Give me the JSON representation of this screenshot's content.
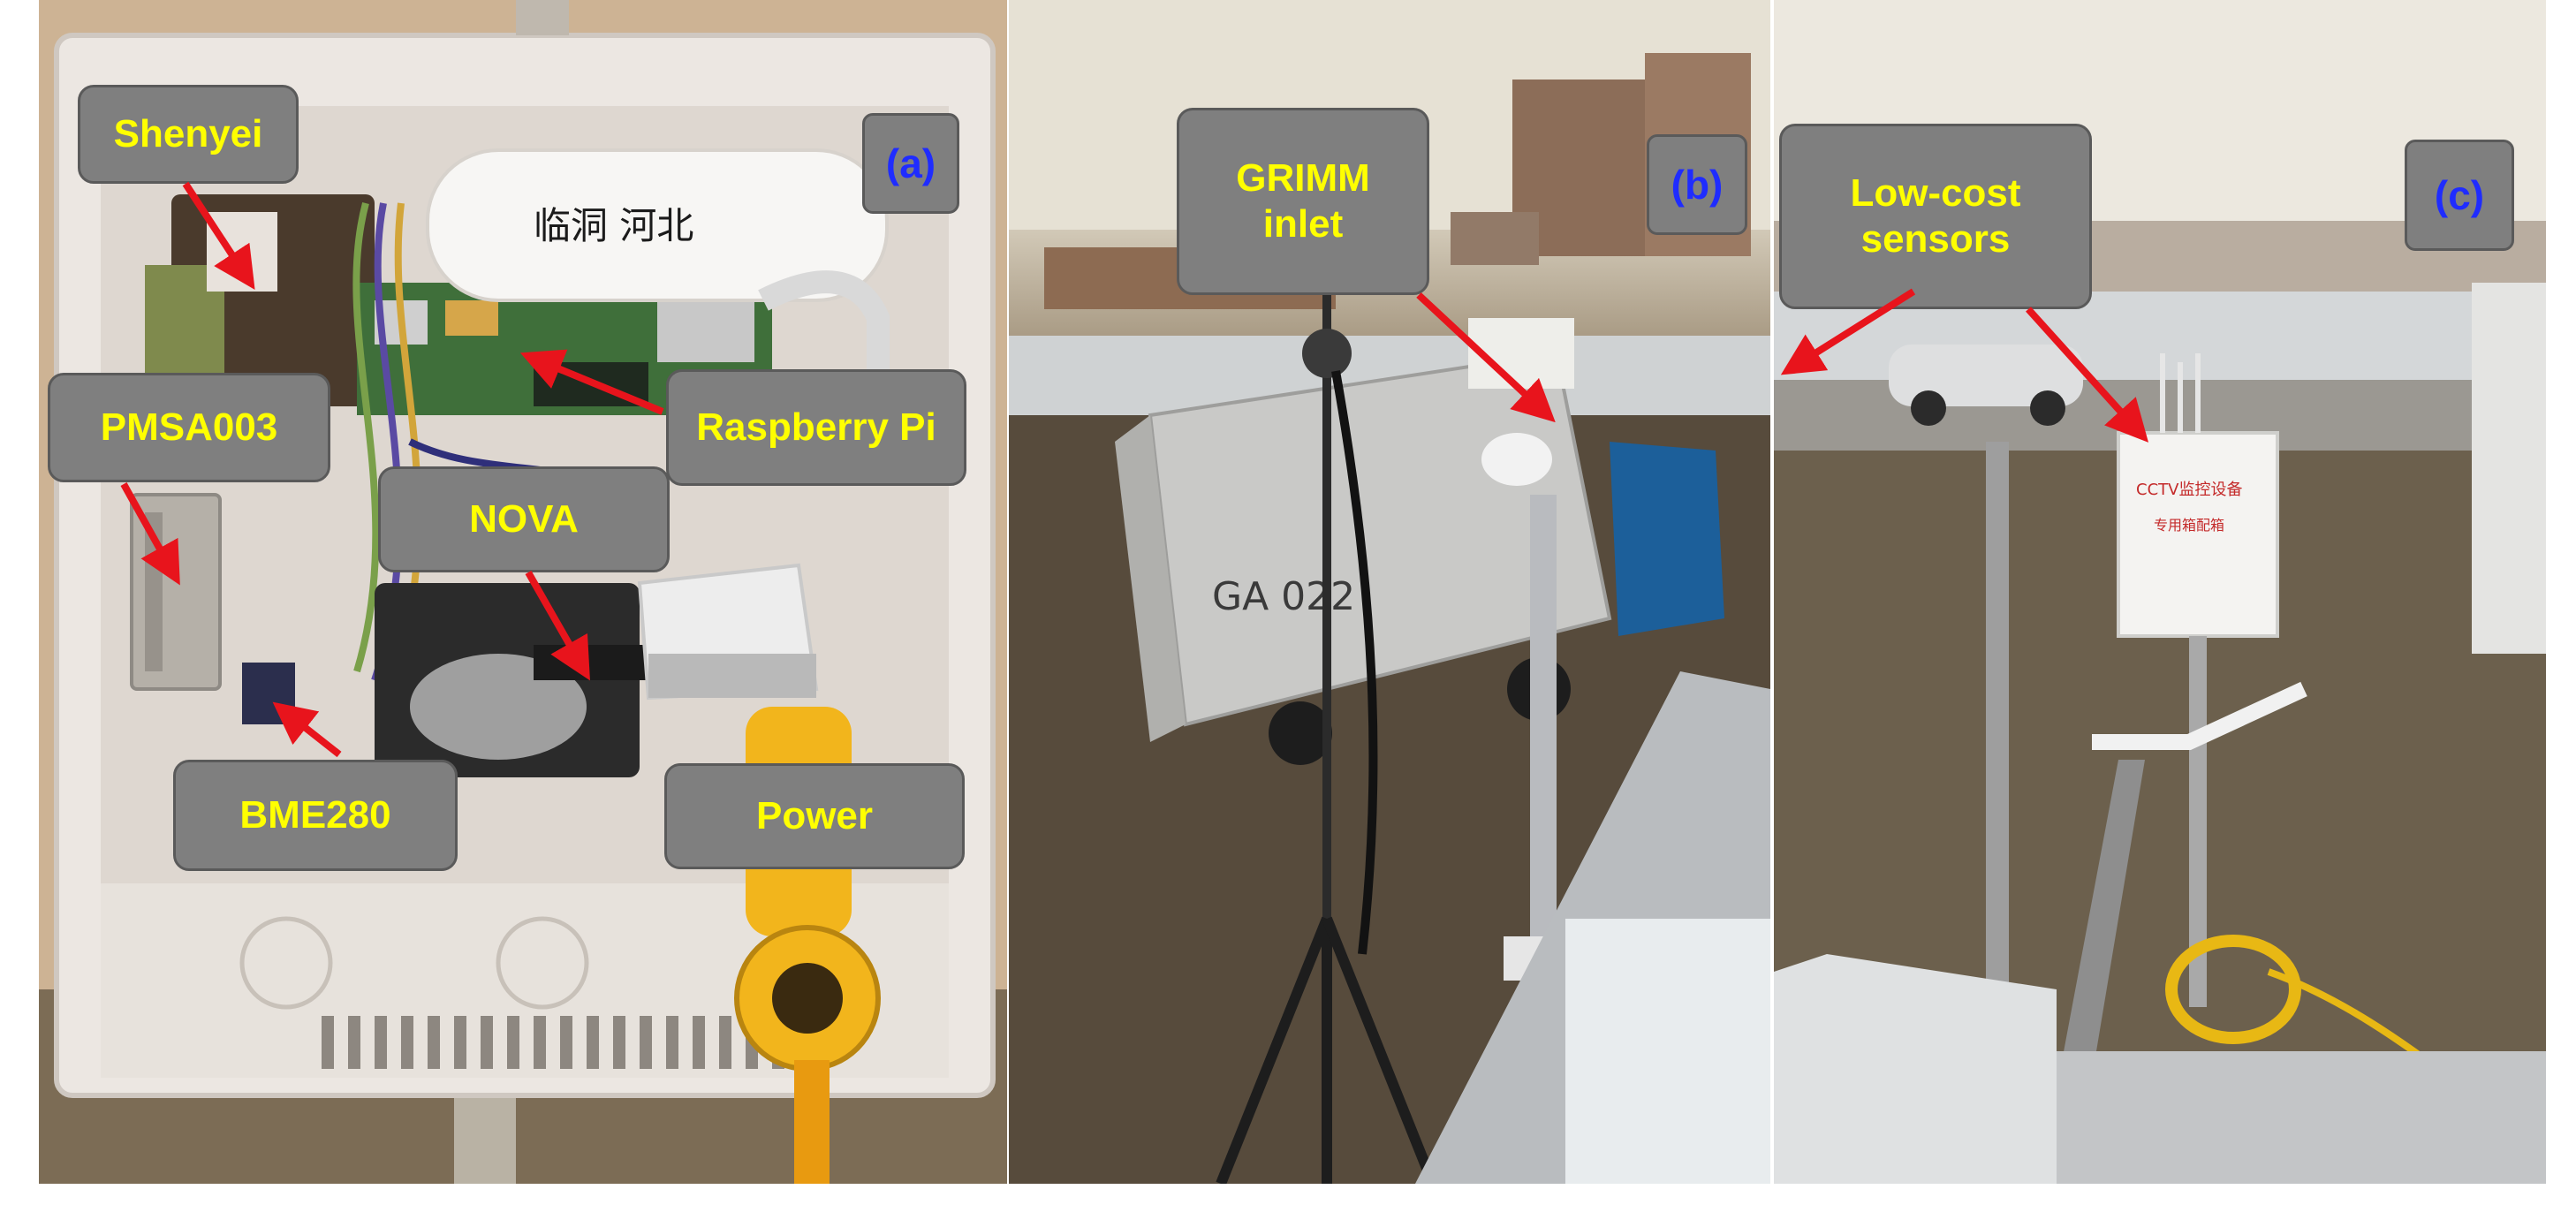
{
  "panels": [
    {
      "tag": "(a)"
    },
    {
      "tag": "(b)"
    },
    {
      "tag": "(c)"
    }
  ],
  "callouts": {
    "shenyei": "Shenyei",
    "pmsa003": "PMSA003",
    "raspberry_pi": "Raspberry Pi",
    "nova": "NOVA",
    "bme280": "BME280",
    "power": "Power",
    "grimm_inlet": "GRIMM inlet",
    "low_cost_sensors": "Low-cost sensors"
  },
  "photo_text": {
    "modem_handwriting": "临洞 河北",
    "truck_plate": "GA 022",
    "cabinet_label_1": "CCTV监控设备",
    "cabinet_label_2": "专用箱配箱"
  },
  "colors": {
    "callout_fill": "#7f7f7f",
    "callout_text": "#ffff00",
    "tag_text": "#1f2cff",
    "arrow": "#e8141c"
  }
}
